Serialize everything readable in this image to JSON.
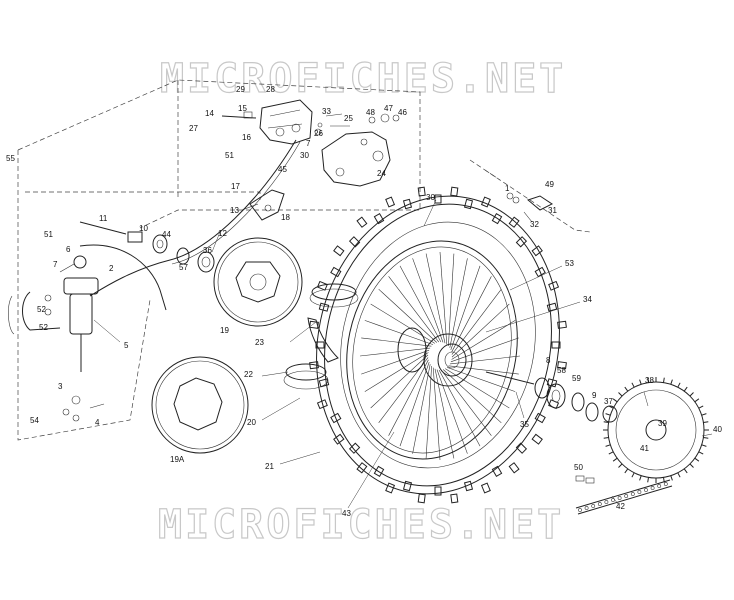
{
  "watermark": {
    "top": "MICROFICHES.NET",
    "bottom": "MICROFICHES.NET"
  },
  "callouts": [
    {
      "id": "1",
      "label": "1"
    },
    {
      "id": "2",
      "label": "2"
    },
    {
      "id": "3",
      "label": "3"
    },
    {
      "id": "4",
      "label": "4"
    },
    {
      "id": "5",
      "label": "5"
    },
    {
      "id": "6",
      "label": "6"
    },
    {
      "id": "7a",
      "label": "7"
    },
    {
      "id": "7b",
      "label": "7"
    },
    {
      "id": "8",
      "label": "8"
    },
    {
      "id": "9",
      "label": "9"
    },
    {
      "id": "10",
      "label": "10"
    },
    {
      "id": "11",
      "label": "11"
    },
    {
      "id": "12",
      "label": "12"
    },
    {
      "id": "13",
      "label": "13"
    },
    {
      "id": "14",
      "label": "14"
    },
    {
      "id": "15",
      "label": "15"
    },
    {
      "id": "16",
      "label": "16"
    },
    {
      "id": "17",
      "label": "17"
    },
    {
      "id": "18",
      "label": "18"
    },
    {
      "id": "19",
      "label": "19"
    },
    {
      "id": "19A",
      "label": "19A"
    },
    {
      "id": "20",
      "label": "20"
    },
    {
      "id": "21",
      "label": "21"
    },
    {
      "id": "22",
      "label": "22"
    },
    {
      "id": "23",
      "label": "23"
    },
    {
      "id": "24",
      "label": "24"
    },
    {
      "id": "25",
      "label": "25"
    },
    {
      "id": "26",
      "label": "26"
    },
    {
      "id": "27",
      "label": "27"
    },
    {
      "id": "28",
      "label": "28"
    },
    {
      "id": "29",
      "label": "29"
    },
    {
      "id": "30a",
      "label": "30"
    },
    {
      "id": "30b",
      "label": "30"
    },
    {
      "id": "31",
      "label": "31"
    },
    {
      "id": "32",
      "label": "32"
    },
    {
      "id": "33",
      "label": "33"
    },
    {
      "id": "34",
      "label": "34"
    },
    {
      "id": "35",
      "label": "35"
    },
    {
      "id": "36",
      "label": "36"
    },
    {
      "id": "37",
      "label": "37"
    },
    {
      "id": "38",
      "label": "38"
    },
    {
      "id": "39",
      "label": "39"
    },
    {
      "id": "40",
      "label": "40"
    },
    {
      "id": "41",
      "label": "41"
    },
    {
      "id": "42",
      "label": "42"
    },
    {
      "id": "43",
      "label": "43"
    },
    {
      "id": "44",
      "label": "44"
    },
    {
      "id": "45",
      "label": "45"
    },
    {
      "id": "46",
      "label": "46"
    },
    {
      "id": "47",
      "label": "47"
    },
    {
      "id": "48",
      "label": "48"
    },
    {
      "id": "49",
      "label": "49"
    },
    {
      "id": "50",
      "label": "50"
    },
    {
      "id": "51a",
      "label": "51"
    },
    {
      "id": "51b",
      "label": "51"
    },
    {
      "id": "52a",
      "label": "52"
    },
    {
      "id": "52b",
      "label": "52"
    },
    {
      "id": "53",
      "label": "53"
    },
    {
      "id": "54",
      "label": "54"
    },
    {
      "id": "55",
      "label": "55"
    },
    {
      "id": "57",
      "label": "57"
    },
    {
      "id": "58",
      "label": "58"
    },
    {
      "id": "59",
      "label": "59"
    }
  ]
}
